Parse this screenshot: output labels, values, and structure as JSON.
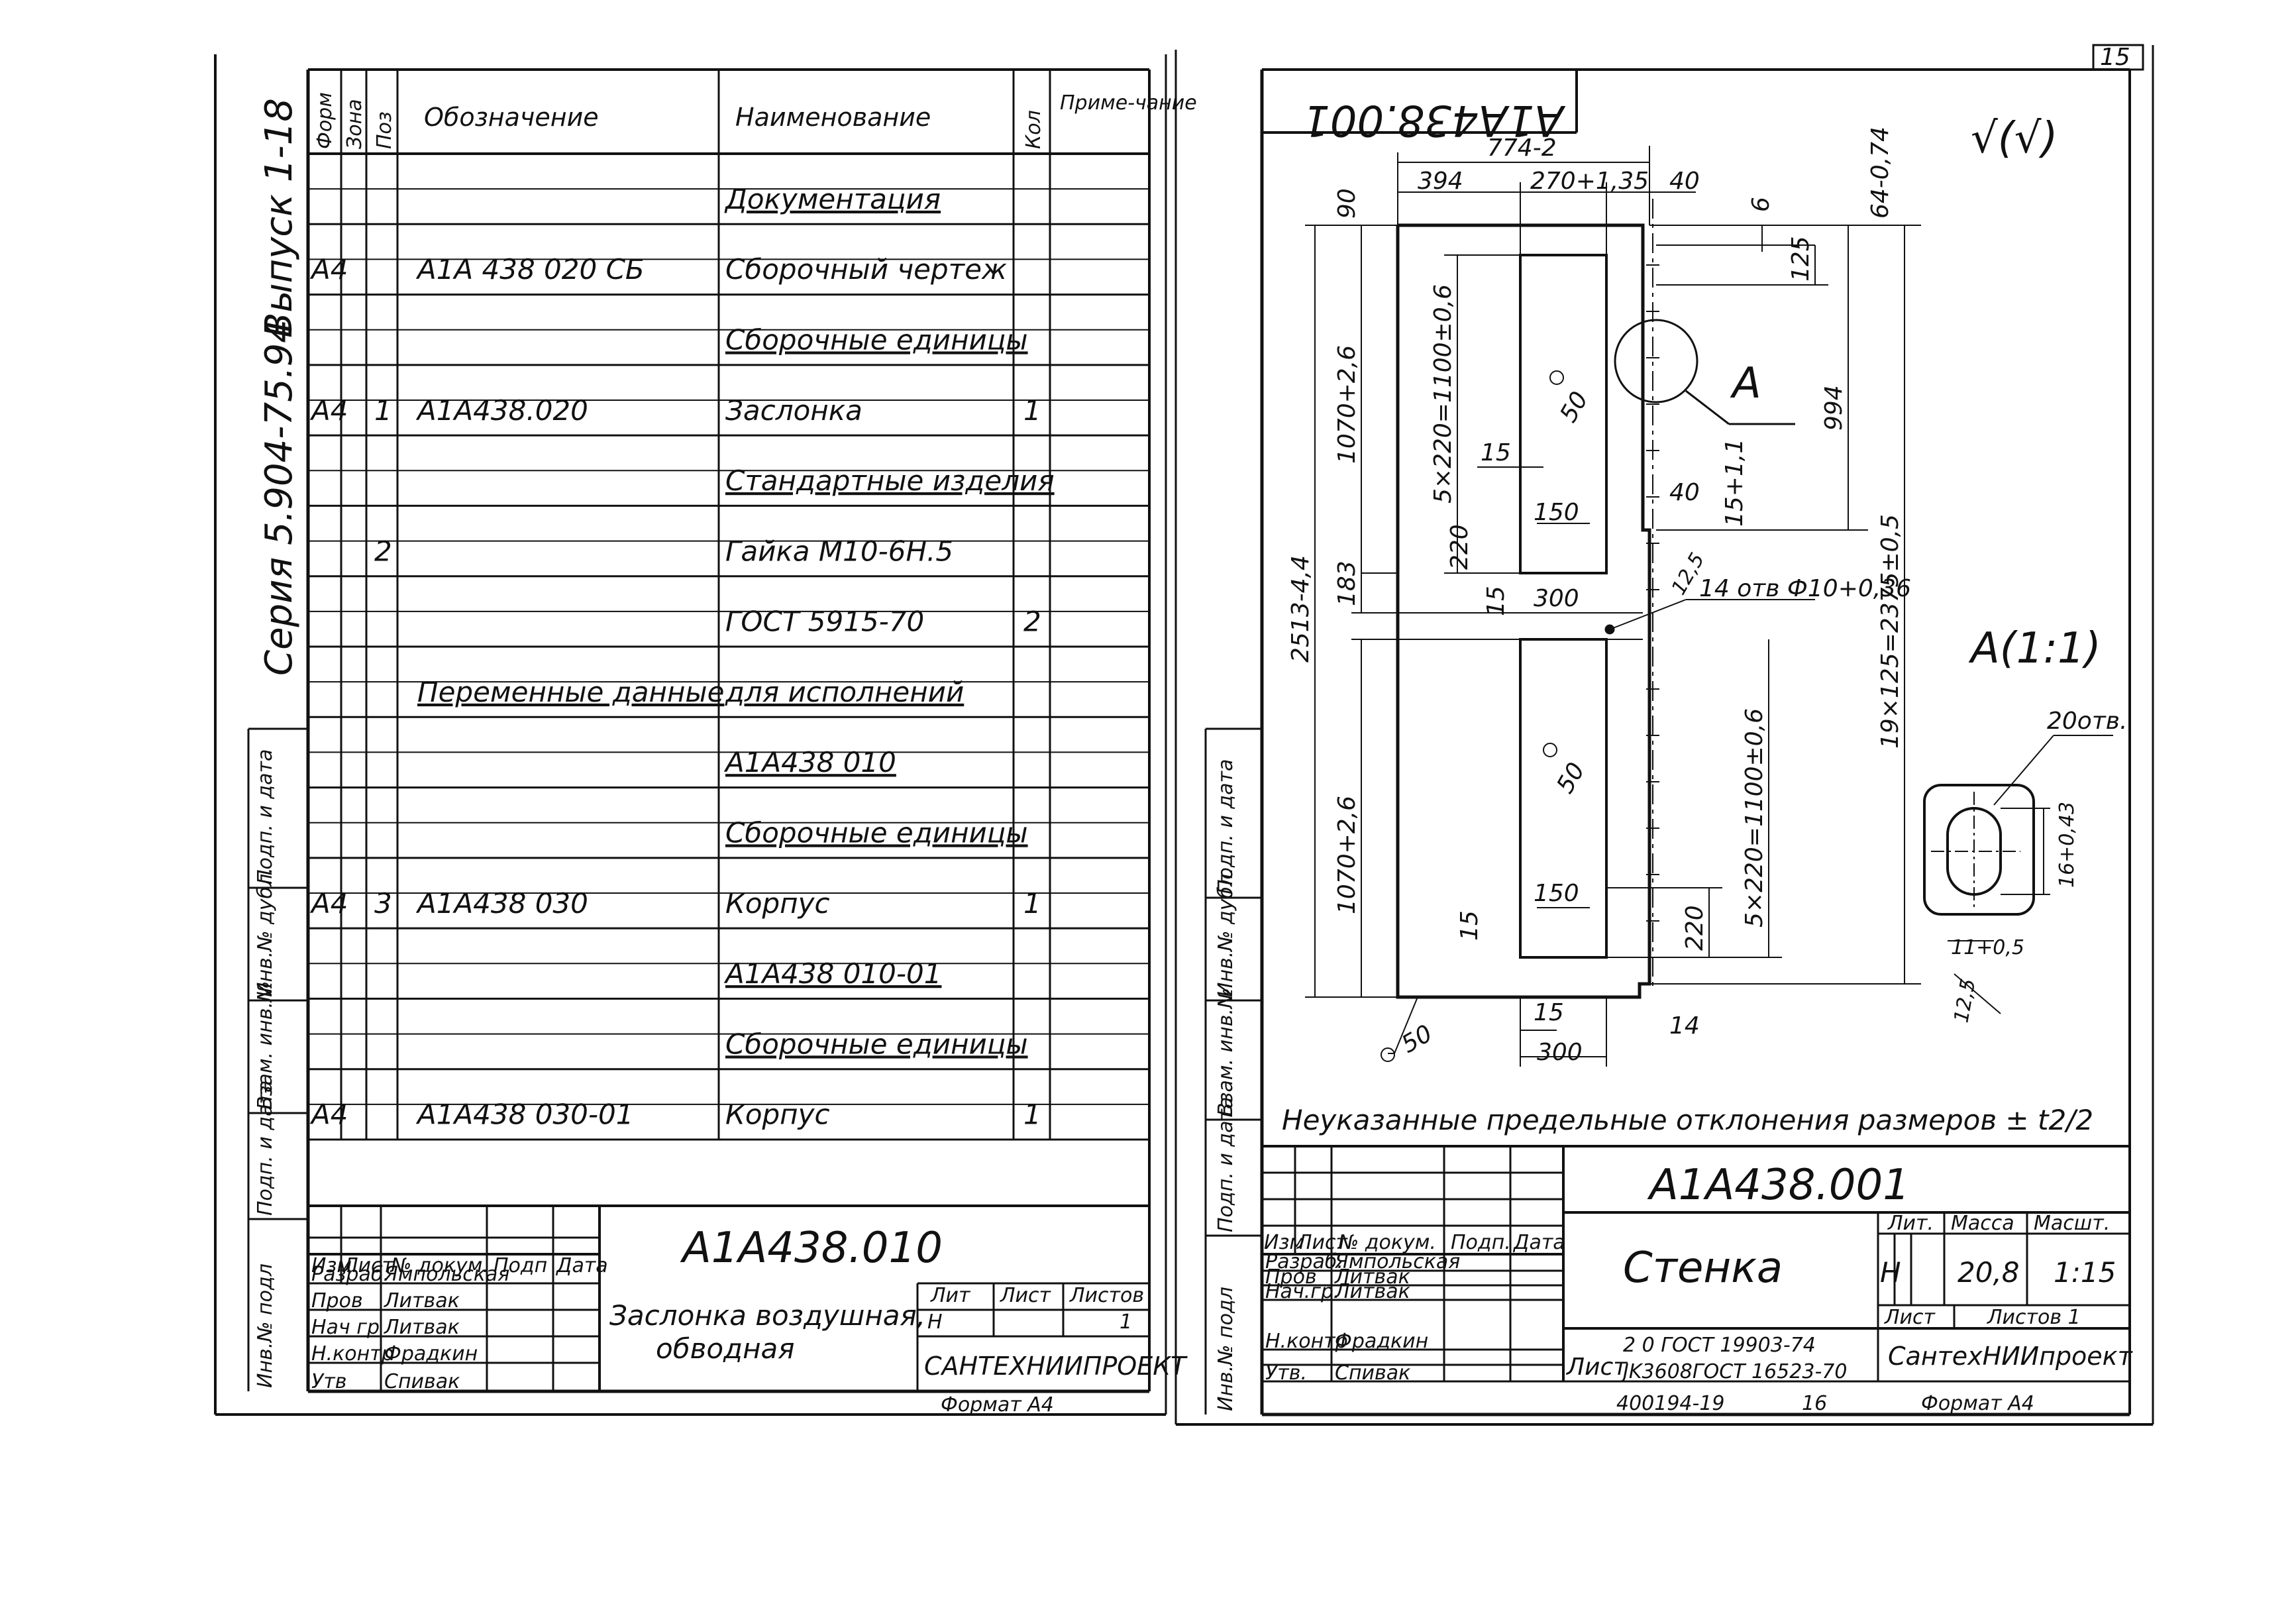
{
  "left_sheet": {
    "side_label_top": "Выпуск 1-18",
    "side_label_series": "Серия 5.904-75.94",
    "columns": {
      "format": "Форм",
      "zone": "Зона",
      "pos": "Поз",
      "designation": "Обозначение",
      "name": "Наименование",
      "qty": "Кол",
      "note": "Приме-чание"
    },
    "rows": [
      {
        "format": "",
        "pos": "",
        "designation": "",
        "name": "Документация",
        "qty": "",
        "underline": true
      },
      {
        "format": "А4",
        "pos": "",
        "designation": "А1А 438 020 СБ",
        "name": "Сборочный чертеж",
        "qty": "",
        "underline": false
      },
      {
        "format": "",
        "pos": "",
        "designation": "",
        "name": "Сборочные единицы",
        "qty": "",
        "underline": true
      },
      {
        "format": "А4",
        "pos": "1",
        "designation": "А1А438.020",
        "name": "Заслонка",
        "qty": "1",
        "underline": false
      },
      {
        "format": "",
        "pos": "",
        "designation": "",
        "name": "Стандартные изделия",
        "qty": "",
        "underline": true
      },
      {
        "format": "",
        "pos": "2",
        "designation": "",
        "name": "Гайка М10-6Н.5",
        "qty": "",
        "underline": false
      },
      {
        "format": "",
        "pos": "",
        "designation": "",
        "name": "ГОСТ 5915-70",
        "qty": "2",
        "underline": false
      },
      {
        "format": "",
        "pos": "",
        "designation": "Переменные данные",
        "name": "для исполнений",
        "qty": "",
        "underline": true
      },
      {
        "format": "",
        "pos": "",
        "designation": "",
        "name": "А1А438 010",
        "qty": "",
        "underline": true
      },
      {
        "format": "",
        "pos": "",
        "designation": "",
        "name": "Сборочные единицы",
        "qty": "",
        "underline": true
      },
      {
        "format": "А4",
        "pos": "3",
        "designation": "А1А438 030",
        "name": "Корпус",
        "qty": "1",
        "underline": false
      },
      {
        "format": "",
        "pos": "",
        "designation": "",
        "name": "А1А438 010-01",
        "qty": "",
        "underline": true
      },
      {
        "format": "",
        "pos": "",
        "designation": "",
        "name": "Сборочные единицы",
        "qty": "",
        "underline": true
      },
      {
        "format": "А4",
        "pos": "",
        "designation": "А1А438 030-01",
        "name": "Корпус",
        "qty": "1",
        "underline": false
      }
    ],
    "stamp_side": [
      "Инв.№ подл",
      "Подп. и дата",
      "Взам. инв.№",
      "Инв.№ дубл.",
      "Подп. и дата"
    ],
    "title_block": {
      "doc_number": "А1А438.010",
      "title_line1": "Заслонка воздушная,",
      "title_line2": "обводная",
      "org": "САНТЕХНИИПРОЕКТ",
      "lit_label": "Лит",
      "sheet_label": "Лист",
      "sheets_label": "Листов",
      "lit_value": "Н",
      "sheets_value": "1",
      "hdr": [
        "Изм",
        "Лист",
        "№ докум.",
        "Подп",
        "Дата"
      ],
      "roles": [
        "Разраб.",
        "Пров",
        "Нач гр",
        "Н.контр",
        "Утв"
      ],
      "names": [
        "Ямпольская",
        "Литвак",
        "Литвак",
        "Фрадкин",
        "Спивак"
      ],
      "format": "Формат А4"
    }
  },
  "right_sheet": {
    "sheet_no": "15",
    "mirror_code": "А1А438.001",
    "roughness": "√(√)",
    "view_label": "А",
    "detail_label": "А(1:1)",
    "detail_holes": "20отв.",
    "dims": {
      "d774": "774-2",
      "d394": "394",
      "d270": "270+1,35",
      "d40a": "40",
      "d6": "6",
      "d64": "64-0,74",
      "d90": "90",
      "d125": "125",
      "d994": "994",
      "d2375": "19×125=2375±0,5",
      "d5x220a": "5×220=1100±0,6",
      "d5x220b": "5×220=1100±0,6",
      "d1070a": "1070+2,6",
      "d1070b": "1070+2,6",
      "d2513": "2513-4,4",
      "d183": "183",
      "d15a": "15",
      "d15b": "15",
      "d15c": "15",
      "d15d": "15",
      "d150a": "150",
      "d150b": "150",
      "d220a": "220",
      "d220b": "220",
      "d40b": "40",
      "d15p": "15+1,1",
      "d300a": "300",
      "d300b": "300",
      "d14": "14",
      "d50a": "50",
      "d50b": "50",
      "d50c": "50",
      "d125b": "12,5",
      "holes": "14 отв Ф10+0,36",
      "d16": "16+0,43",
      "d11": "11+0,5",
      "d125c": "12,5"
    },
    "tolerance_note": "Неуказанные предельные отклонения размеров ± t2/2",
    "title_block": {
      "doc_number": "А1А438.001",
      "title": "Стенка",
      "lit_label": "Лит.",
      "mass_label": "Масса",
      "scale_label": "Масшт.",
      "lit_value": "Н",
      "mass_value": "20,8",
      "scale_value": "1:15",
      "sheet_label": "Лист",
      "sheets_label": "Листов 1",
      "material_prefix": "Лист",
      "material_line1": "2 0 ГОСТ 19903-74",
      "material_line2": "JK3608ГОСТ 16523-70",
      "org": "СантехНИИпроект",
      "hdr": [
        "Изм",
        "Лист",
        "№ докум.",
        "Подп.",
        "Дата"
      ],
      "roles": [
        "Разраб.",
        "Пров",
        "Нач.гр.",
        "Н.контр",
        "Утв."
      ],
      "names": [
        "Ямпольская",
        "Литвак",
        "Литвак",
        "Фрадкин",
        "Спивак"
      ],
      "code_bottom": "400194-19",
      "page_bottom": "16",
      "format": "Формат А4"
    }
  }
}
